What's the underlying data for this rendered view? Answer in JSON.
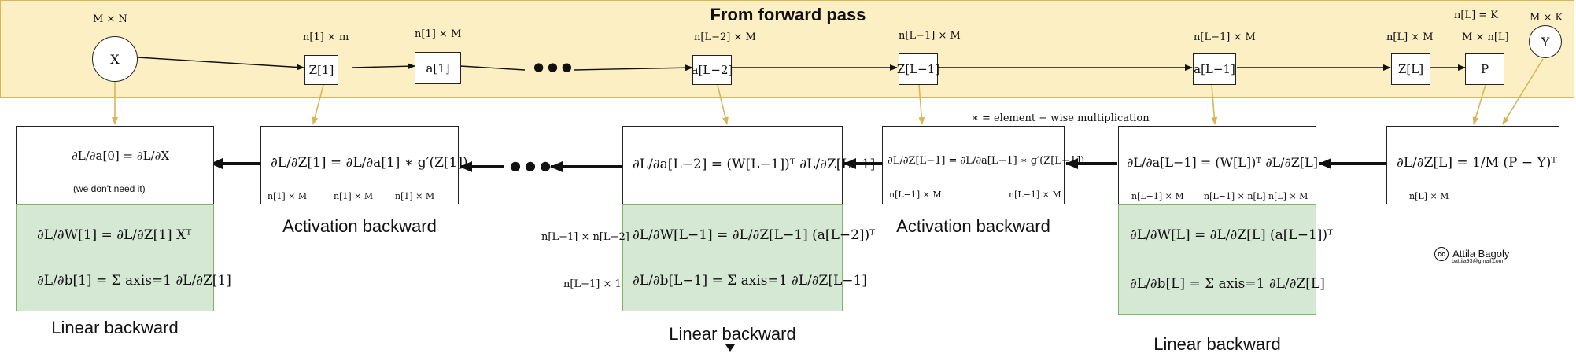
{
  "header": {
    "title": "From forward pass"
  },
  "forward_nodes": {
    "x": "X",
    "z1": "Z[1]",
    "a1": "a[1]",
    "dots": "● ● ●",
    "a_l2": "a[L−2]",
    "z_l1": "Z[L−1]",
    "a_l1": "a[L−1]",
    "z_l": "Z[L]",
    "p": "P",
    "y": "Y"
  },
  "dims": {
    "x": "M × N",
    "z1": "n[1] × m",
    "a1": "n[1] × M",
    "a_l2": "n[L−2] × M",
    "z_l1": "n[L−1] × M",
    "a_l1": "n[L−1] × M",
    "z_l": "n[L] × M",
    "p": "M × n[L]",
    "nl_eq_k": "n[L] = K",
    "y": "M × K"
  },
  "boxes": {
    "b1": {
      "formula": "∂L/∂a[0] = ∂L/∂X",
      "note": "(we don't need it)"
    },
    "b2": {
      "formula": "∂L/∂Z[1] = ∂L/∂a[1] ∗ g′(Z[1])",
      "d1": "n[1] × M",
      "d2": "n[1] × M",
      "d3": "n[1] × M"
    },
    "b3": {
      "formula": "∂L/∂a[L−2] = (W[L−1])ᵀ ∂L/∂Z[L−1]"
    },
    "b4": {
      "formula": "∂L/∂Z[L−1] = ∂L/∂a[L−1] ∗ g′(Z[L−1])",
      "d1": "n[L−1] × M",
      "d2": "n[L−1] × M"
    },
    "b5": {
      "formula": "∂L/∂a[L−1] = (W[L])ᵀ ∂L/∂Z[L]",
      "d1": "n[L−1] × M",
      "d2": "n[L−1] × n[L]",
      "d3": "n[L] × M"
    },
    "b6": {
      "formula": "∂L/∂Z[L] = 1/M (P − Y)ᵀ",
      "d1": "n[L] × M"
    }
  },
  "dots_backward": "● ● ●",
  "note_elementwise": "∗ = element − wise multiplication",
  "green": {
    "g1": {
      "w": "∂L/∂W[1] = ∂L/∂Z[1] Xᵀ",
      "b": "∂L/∂b[1] = Σ axis=1 ∂L/∂Z[1]"
    },
    "g2": {
      "w": "∂L/∂W[L−1] = ∂L/∂Z[L−1] (a[L−2])ᵀ",
      "b": "∂L/∂b[L−1] = Σ axis=1 ∂L/∂Z[L−1]",
      "dim_w": "n[L−1] × n[L−2]",
      "dim_b": "n[L−1] × 1"
    },
    "g3": {
      "w": "∂L/∂W[L] = ∂L/∂Z[L] (a[L−1])ᵀ",
      "b": "∂L/∂b[L] = Σ axis=1 ∂L/∂Z[L]"
    }
  },
  "captions": {
    "activation1": "Activation backward",
    "activation2": "Activation backward",
    "linear1": "Linear backward",
    "linear2": "Linear backward",
    "linear3": "Linear backward"
  },
  "credit": {
    "name": "Attila Bagoly",
    "email": "battila93@gmail.com"
  }
}
